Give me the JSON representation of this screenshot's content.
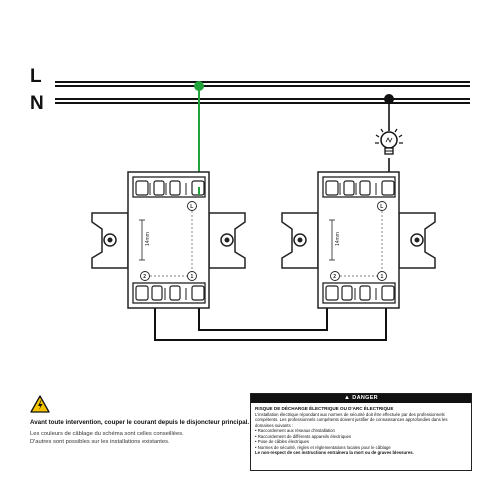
{
  "rails": {
    "line_label": "L",
    "neutral_label": "N"
  },
  "devices": [
    {
      "dimension_label": "14mm",
      "terminal_common": "L",
      "terminal_2": "2",
      "terminal_1": "1"
    },
    {
      "dimension_label": "14mm",
      "terminal_common": "L",
      "terminal_2": "2",
      "terminal_1": "1"
    }
  ],
  "colors": {
    "live_wire": "#1fa33a",
    "wire": "#111111",
    "device_outline": "#222222"
  },
  "icons": {
    "warning": "warning-triangle-icon",
    "lamp": "bulb-icon"
  },
  "note": {
    "line1": "Avant toute intervention, couper le courant depuis le disjoncteur principal.",
    "line2": "Les couleurs de câblage du schéma sont celles conseillées.",
    "line3": "D'autres sont possibles sur les installations existantes."
  },
  "danger": {
    "header": "DANGER",
    "title": "RISQUE DE DÉCHARGE ÉLECTRIQUE OU D'ARC ÉLECTRIQUE",
    "intro": "L'installation électrique répondant aux normes de sécurité doit être effectuée par des professionnels compétents. Les professionnels compétents doivent justifier de connaissances approfondies dans les domaines suivants :",
    "bullets": [
      "• Raccordement aux réseaux d'installation",
      "• Raccordement de différents appareils électriques",
      "• Pose de câbles électriques",
      "• Normes de sécurité, règles et réglementations locales pour le câblage"
    ],
    "final": "Le non-respect de ces instructions entraînera la mort ou de graves blessures."
  }
}
